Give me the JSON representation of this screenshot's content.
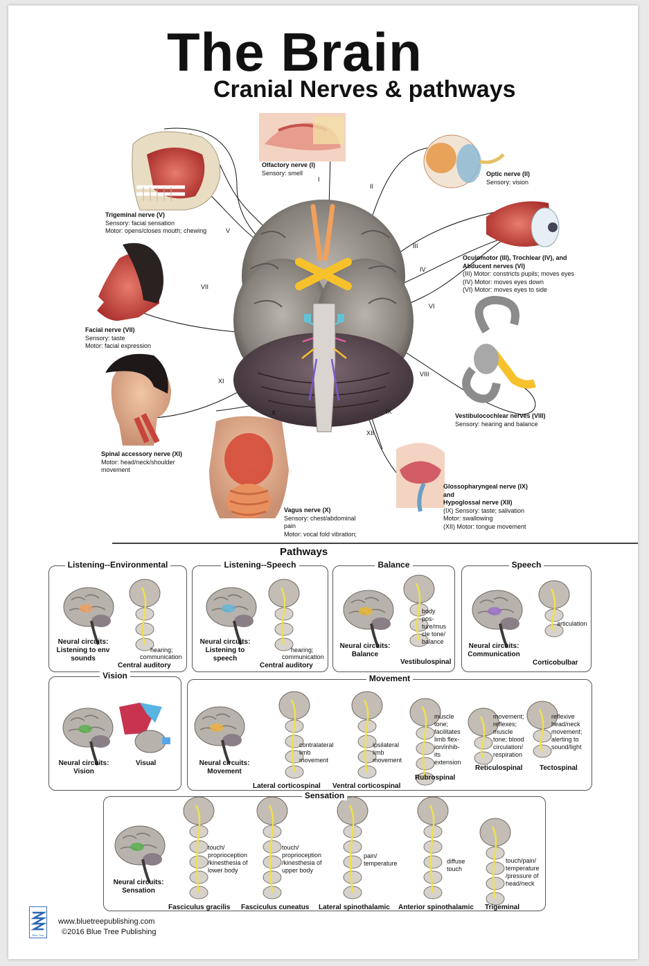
{
  "header": {
    "title": "The Brain",
    "subtitle": "Cranial Nerves & pathways"
  },
  "cranial": {
    "numerals": {
      "i": "I",
      "ii": "II",
      "iii": "III",
      "iv": "IV",
      "v": "V",
      "vi": "VI",
      "vii": "VII",
      "viii": "VIII",
      "ix": "IX",
      "x": "X",
      "xi": "XI",
      "xii": "XII"
    },
    "olfactory": {
      "name": "Olfactory nerve (I)",
      "l1": "Sensory: smell"
    },
    "optic": {
      "name": "Optic nerve (II)",
      "l1": "Sensory: vision"
    },
    "trigeminal": {
      "name": "Trigeminal nerve (V)",
      "l1": "Sensory: facial sensation",
      "l2": "Motor: opens/closes mouth; chewing"
    },
    "oculomotor": {
      "name1": "Oculomotor (III), Trochlear (IV), and",
      "name2": "Abducent nerves (VI)",
      "l1": "(III) Motor: constricts pupils; moves eyes",
      "l2": "(IV) Motor: moves eyes down",
      "l3": "(VI) Motor: moves eyes to side"
    },
    "facial": {
      "name": "Facial nerve (VII)",
      "l1": "Sensory: taste",
      "l2": "Motor: facial expression"
    },
    "vestibulocochlear": {
      "name": "Vestibulocochlear nerves (VIII)",
      "l1": "Sensory: hearing and balance"
    },
    "spinal": {
      "name": "Spinal accessory nerve (XI)",
      "l1": "Motor: head/neck/shoulder",
      "l2": "movement"
    },
    "glosso": {
      "name1": "Glossopharyngeal nerve (IX)",
      "name2": "and",
      "name3": "Hypoglossal nerve (XII)",
      "l1": "(IX) Sensory: taste; salivation",
      "l2": "Motor: swallowing",
      "l3": "(XII) Motor: tongue movement"
    },
    "vagus": {
      "name": "Vagus nerve (X)",
      "l1": "Sensory: chest/abdominal",
      "l2": "pain",
      "l3": "Motor: vocal fold vibration;"
    }
  },
  "pathways": {
    "title": "Pathways",
    "listen_env": {
      "title": "Listening--Environmental",
      "nc1": "Neural circuits:",
      "nc2": "Listening to env",
      "nc3": "sounds",
      "side1": "hearing;",
      "side2": "communication",
      "path": "Central auditory"
    },
    "listen_speech": {
      "title": "Listening--Speech",
      "nc1": "Neural circuits:",
      "nc2": "Listening to",
      "nc3": "speech",
      "side1": "hearing;",
      "side2": "communication",
      "path": "Central auditory"
    },
    "balance": {
      "title": "Balance",
      "nc1": "Neural circuits:",
      "nc2": "Balance",
      "side": [
        "body",
        "pos-",
        "ture/mus",
        "cle tone/",
        "balance"
      ],
      "path": "Vestibulospinal"
    },
    "speech": {
      "title": "Speech",
      "nc1": "Neural circuits:",
      "nc2": "Communication",
      "side": "articulation",
      "path": "Corticobulbar"
    },
    "vision": {
      "title": "Vision",
      "nc1": "Neural circuits:",
      "nc2": "Vision",
      "path": "Visual"
    },
    "movement": {
      "title": "Movement",
      "nc1": "Neural circuits:",
      "nc2": "Movement",
      "lateral": {
        "side": [
          "contralateral",
          "limb",
          "movement"
        ],
        "path": "Lateral corticospinal"
      },
      "ventral": {
        "side": [
          "ipsilateral",
          "limb",
          "movement"
        ],
        "path": "Ventral corticospinal"
      },
      "rubro": {
        "side": [
          "muscle",
          "tone;",
          "facilitates",
          "limb flex-",
          "ion/inhib-",
          "its",
          "extension"
        ],
        "path": "Rubrospinal"
      },
      "reticulo": {
        "side": [
          "movement;",
          "reflexes;",
          "muscle",
          "tone; blood",
          "circulation/",
          "respiration"
        ],
        "path": "Reticulospinal"
      },
      "tecto": {
        "side": [
          "reflexive",
          "head/neck",
          "movement;",
          "alerting to",
          "sound/light"
        ],
        "path": "Tectospinal"
      }
    },
    "sensation": {
      "title": "Sensation",
      "nc1": "Neural circuits:",
      "nc2": "Sensation",
      "gracilis": {
        "side": [
          "touch/",
          "proprioception",
          "/kinesthesia of",
          "lower body"
        ],
        "path": "Fasciculus gracilis"
      },
      "cuneatus": {
        "side": [
          "touch/",
          "proprioception",
          "/kinesthesia of",
          "upper body"
        ],
        "path": "Fasciculus cuneatus"
      },
      "lateral": {
        "side": [
          "pain/",
          "temperature"
        ],
        "path": "Lateral spinothalamic"
      },
      "anterior": {
        "side": [
          "diffuse",
          "touch"
        ],
        "path": "Anterior spinothalamic"
      },
      "trigeminal": {
        "side": [
          "touch/pain/",
          "temperature",
          "/pressure of",
          "head/neck"
        ],
        "path": "Trigeminal"
      }
    }
  },
  "footer": {
    "url": "www.bluetreepublishing.com",
    "copyright": "©2016 Blue Tree Publishing",
    "logo_text": "Blue Tree Publishing"
  },
  "colors": {
    "nerve_yellow": "#f6c12b",
    "brain_gray": "#8c8884",
    "muscle_red": "#c8453b",
    "tract_yellow": "#efe14a"
  }
}
